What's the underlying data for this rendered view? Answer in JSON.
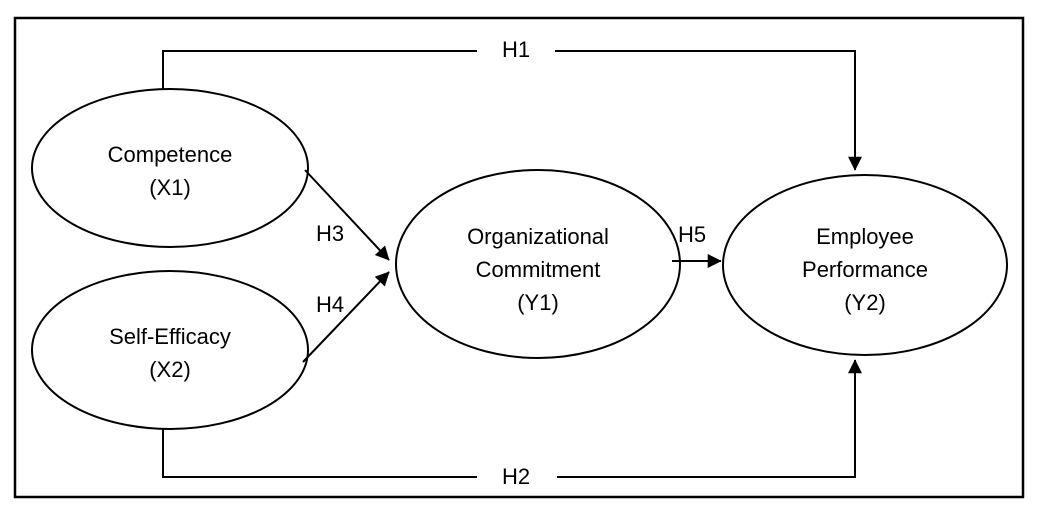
{
  "nodes": [
    {
      "id": "x1",
      "label": "Competence",
      "code": "(X1)"
    },
    {
      "id": "x2",
      "label": "Self-Efficacy",
      "code": "(X2)"
    },
    {
      "id": "y1",
      "label": "Organizational Commitment",
      "code": "(Y1)"
    },
    {
      "id": "y2",
      "label": "Employee Performance",
      "code": "(Y2)"
    }
  ],
  "edges": [
    {
      "label": "H1",
      "from": "x1",
      "to": "y2"
    },
    {
      "label": "H2",
      "from": "x2",
      "to": "y2"
    },
    {
      "label": "H3",
      "from": "x1",
      "to": "y1"
    },
    {
      "label": "H4",
      "from": "x2",
      "to": "y1"
    },
    {
      "label": "H5",
      "from": "y1",
      "to": "y2"
    }
  ],
  "colors": {
    "stroke": "#000000",
    "background": "#ffffff"
  }
}
